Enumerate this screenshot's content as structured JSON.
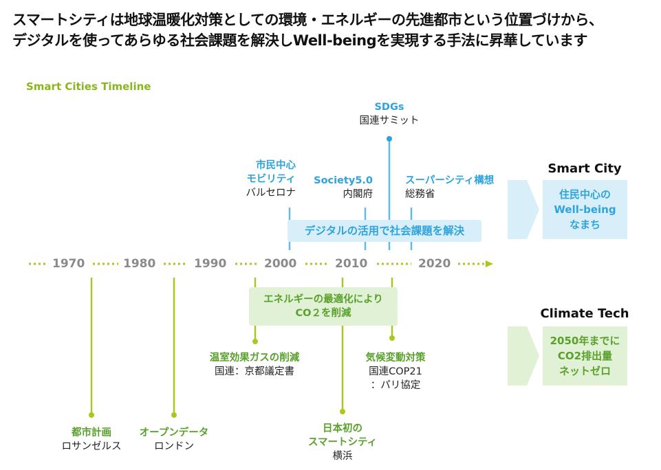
{
  "header": {
    "line1": "スマートシティは地球温暖化対策としての環境・エネルギーの先進都市という位置づけから、",
    "line2": "デジタルを使ってあらゆる社会課題を解決しWell-beingを実現する手法に昇華しています"
  },
  "timeline": {
    "label": "Smart Cities Timeline",
    "years": [
      "1970",
      "1980",
      "1990",
      "2000",
      "2010",
      "2020"
    ]
  },
  "events_top": {
    "sdgs": {
      "title": "SDGs",
      "sub": "国連サミット"
    },
    "barcelona": {
      "title1": "市民中心",
      "title2": "モビリティ",
      "sub": "バルセロナ"
    },
    "society": {
      "title": "Society5.0",
      "sub": "内閣府"
    },
    "supercity": {
      "title": "スーパーシティ構想",
      "sub": "総務省"
    }
  },
  "events_bottom": {
    "kyoto": {
      "title": "温室効果ガスの削減",
      "sub": "国連：京都議定書"
    },
    "cop21": {
      "title": "気候変動対策",
      "sub1": "国連COP21",
      "sub2": "：パリ協定"
    },
    "la": {
      "title": "都市計画",
      "sub": "ロサンゼルス"
    },
    "london": {
      "title": "オープンデータ",
      "sub": "ロンドン"
    },
    "yokohama": {
      "title1": "日本初の",
      "title2": "スマートシティ",
      "sub": "横浜"
    }
  },
  "banners": {
    "digital": "デジタルの活用で社会課題を解決",
    "energy1": "エネルギーの最適化により",
    "energy2": "CO２を削減"
  },
  "right_panel": {
    "smart_city": {
      "title": "Smart City",
      "line1": "住民中心の",
      "line2": "Well-being",
      "line3": "なまち"
    },
    "climate_tech": {
      "title": "Climate Tech",
      "line1": "2050年までに",
      "line2": "CO2排出量",
      "line3": "ネットゼロ"
    }
  },
  "colors": {
    "blue": "#2ea3dc",
    "blue_light": "#d8effa",
    "green": "#5aa02c",
    "lime": "#a8c81e",
    "green_light": "#e0f1d6",
    "year_gray": "#8a8a8a"
  }
}
